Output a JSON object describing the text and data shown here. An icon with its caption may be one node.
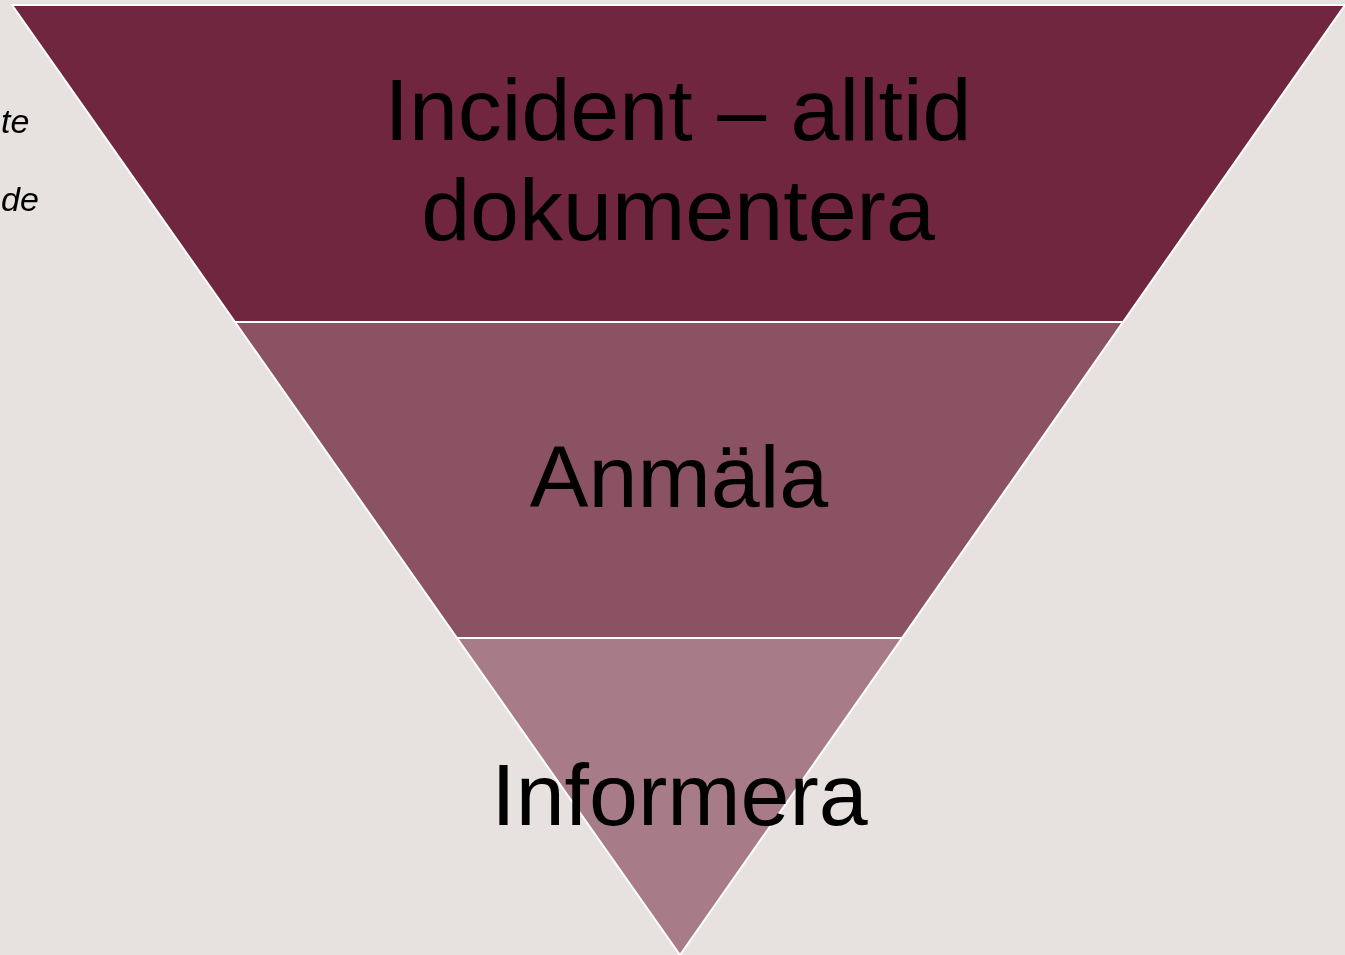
{
  "diagram": {
    "nodes": [
      {
        "text": [
          "Incident – alltid dokumentera"
        ]
      },
      {
        "text": [
          "Anmäla"
        ]
      },
      {
        "text": [
          "Informera"
        ]
      }
    ],
    "labels": [
      "te",
      "de"
    ]
  }
}
